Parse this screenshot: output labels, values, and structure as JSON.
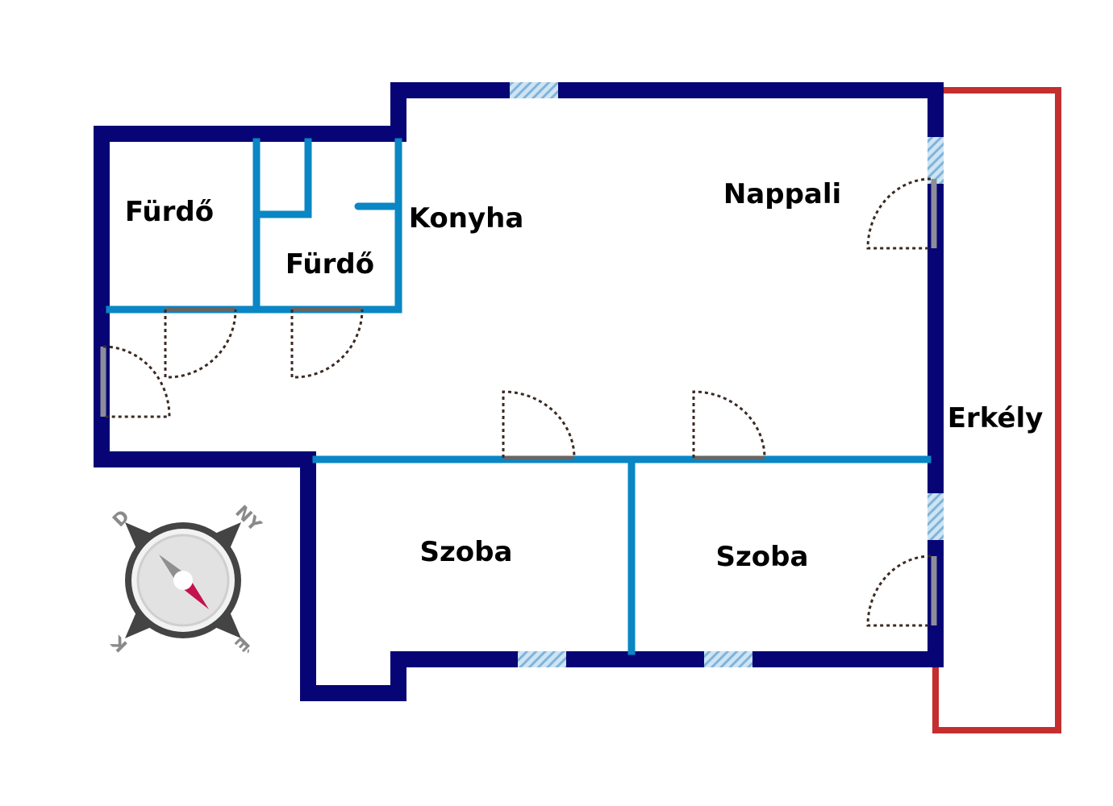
{
  "rooms": {
    "furdo_left": "Fürdő",
    "furdo_center": "Fürdő",
    "konyha": "Konyha",
    "nappali": "Nappali",
    "erkely": "Erkély",
    "szoba_left": "Szoba",
    "szoba_right": "Szoba"
  },
  "compass": {
    "north": "ÉSZ",
    "letters": {
      "top_left": "D",
      "top_right": "NY",
      "bottom_left": "K",
      "bottom_right": "É"
    }
  },
  "colors": {
    "outer_wall": "#070575",
    "inner_wall": "#0a86c4",
    "balcony": "#c42e2e",
    "window": "#a9cfe8",
    "door_swing": "#3b2a22",
    "door_leaf": "#666666",
    "compass_needle_north": "#c4124d",
    "compass_needle_south": "#8f8f8f"
  }
}
